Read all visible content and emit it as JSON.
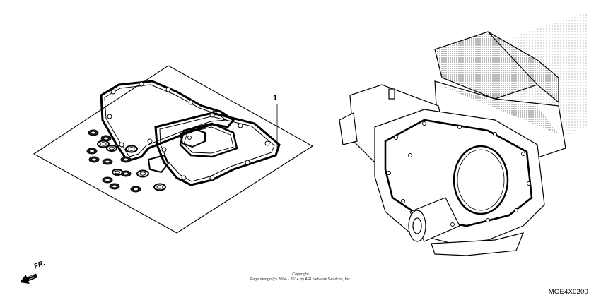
{
  "diagram": {
    "part_callout": "1",
    "front_label": "FR.",
    "copyright_line1": "Copyright",
    "copyright_line2": "Page design (c) 2004 - 2014 by ARI Network Services, Inc.",
    "diagram_code": "MGE4X0200"
  },
  "icons": {
    "front_arrow": "front-direction-arrow-icon"
  }
}
